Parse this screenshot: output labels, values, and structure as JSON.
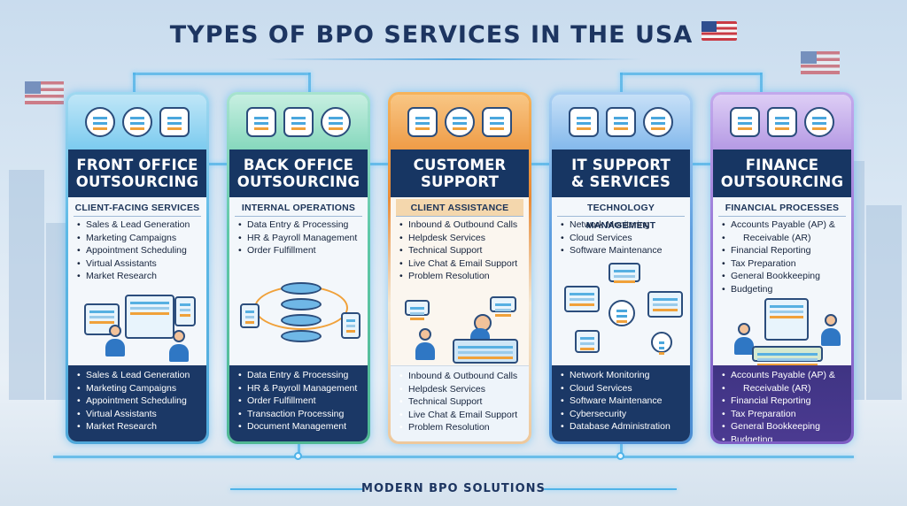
{
  "title": "TYPES OF BPO SERVICES IN THE USA",
  "footer": "MODERN BPO SOLUTIONS",
  "colors": {
    "navy": "#173663",
    "accent": "#4fb3e8",
    "orange": "#f0a13a"
  },
  "columns": [
    {
      "id": "front-office",
      "header_line1": "FRONT OFFICE",
      "header_line2": "OUTSOURCING",
      "subtitle": "CLIENT-FACING SERVICES",
      "icons": [
        "headset-icon",
        "microphone-icon",
        "handshake-icon"
      ],
      "top_gradient": [
        "#9fd8f0",
        "#5cb9e6"
      ],
      "items": [
        "Sales & Lead Generation",
        "Marketing Campaigns",
        "Appointment Scheduling",
        "Virtual Assistants",
        "Market Research"
      ],
      "bottom_items": [
        "Sales & Lead Generation",
        "Marketing Campaigns",
        "Appointment Scheduling",
        "Virtual Assistants",
        "Market Research"
      ]
    },
    {
      "id": "back-office",
      "header_line1": "BACK OFFICE",
      "header_line2": "OUTSOURCING",
      "subtitle": "INTERNAL OPERATIONS",
      "icons": [
        "document-icon",
        "folder-icon",
        "database-icon"
      ],
      "top_gradient": [
        "#a7e3cf",
        "#5fc8a8"
      ],
      "items": [
        "Data Entry & Processing",
        "HR & Payroll Management",
        "Order Fulfillment"
      ],
      "bottom_items": [
        "Data Entry & Processing",
        "HR & Payroll Management",
        "Order Fulfillment",
        "Transaction Processing",
        "Document Management"
      ]
    },
    {
      "id": "customer-support",
      "header_line1": "CUSTOMER",
      "header_line2": "SUPPORT",
      "subtitle": "CLIENT ASSISTANCE",
      "icons": [
        "agent-laptop-icon",
        "support-agent-icon",
        "chat-bubbles-icon"
      ],
      "top_gradient": [
        "#f6b35a",
        "#e98a35"
      ],
      "items": [
        "Inbound & Outbound Calls",
        "Helpdesk Services",
        "Technical Support",
        "Live Chat & Email Support",
        "Problem Resolution"
      ],
      "bottom_items": [
        "Inbound & Outbound Calls",
        "Helpdesk Services",
        "Technical Support",
        "Live Chat & Email Support",
        "Problem Resolution"
      ]
    },
    {
      "id": "it-support",
      "header_line1": "IT SUPPORT",
      "header_line2": "& SERVICES",
      "subtitle": "TECHNOLOGY MANAGEMENT",
      "icons": [
        "shield-monitor-icon",
        "gear-monitor-icon",
        "cloud-icon"
      ],
      "top_gradient": [
        "#a9cff2",
        "#5f9fe0"
      ],
      "items": [
        "Network Monitoring",
        "Cloud Services",
        "Software Maintenance"
      ],
      "bottom_items": [
        "Network Monitoring",
        "Cloud Services",
        "Software Maintenance",
        "Cybersecurity",
        "Database Administration"
      ]
    },
    {
      "id": "finance",
      "header_line1": "FINANCE",
      "header_line2": "OUTSOURCING",
      "subtitle": "FINANCIAL PROCESSES",
      "icons": [
        "calculator-icon",
        "growth-chart-icon",
        "coins-icon"
      ],
      "top_gradient": [
        "#c3a9ec",
        "#9a7ad8"
      ],
      "items": [
        "Accounts Payable (AP) &",
        "Receivable (AR)",
        "Financial Reporting",
        "Tax Preparation",
        "General Bookkeeping",
        "Budgeting"
      ],
      "bottom_items": [
        "Accounts Payable (AP) &",
        "Receivable (AR)",
        "Financial Reporting",
        "Tax Preparation",
        "General Bookkeeping",
        "Budgeting"
      ]
    }
  ]
}
